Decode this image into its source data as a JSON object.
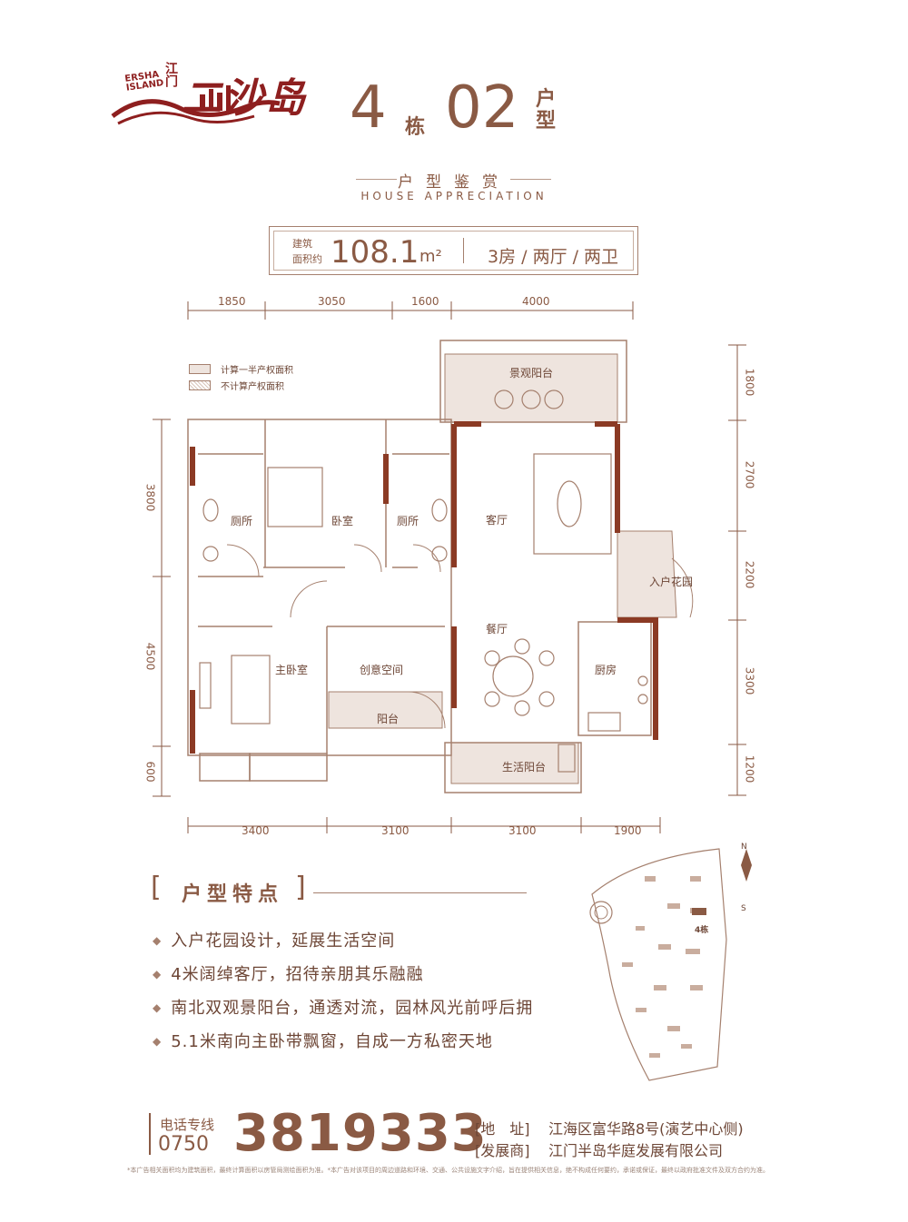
{
  "logo": {
    "cn": "二沙岛",
    "jm": "江门",
    "en": "ERSHA ISLAND"
  },
  "title": {
    "building_num": "4",
    "building_unit": "栋",
    "unit_num": "02",
    "unit_label": "户型"
  },
  "subtitle": {
    "cn": "户型鉴赏",
    "en": "HOUSE APPRECIATION"
  },
  "area": {
    "label_line1": "建筑",
    "label_line2": "面积约",
    "value": "108.1",
    "unit": "m²",
    "rooms": "3房 / 两厅 / 两卫"
  },
  "legend": [
    "计算一半产权面积",
    "不计算产权面积"
  ],
  "dimensions": {
    "top": [
      "1850",
      "3050",
      "1600",
      "4000"
    ],
    "bottom": [
      "3400",
      "3100",
      "3100",
      "1900"
    ],
    "left": [
      "3800",
      "4500",
      "600"
    ],
    "right": [
      "1800",
      "2700",
      "2200",
      "3300",
      "1200"
    ]
  },
  "rooms": {
    "view_balcony": "景观阳台",
    "bathroom1": "厕所",
    "bedroom": "卧室",
    "bathroom2": "厕所",
    "living_room": "客厅",
    "entry_garden": "入户花园",
    "master_bedroom": "主卧室",
    "creative_space": "创意空间",
    "dining_room": "餐厅",
    "kitchen": "厨房",
    "balcony": "阳台",
    "utility_balcony": "生活阳台"
  },
  "map": {
    "north": "N",
    "south": "S",
    "building": "4栋"
  },
  "features": {
    "title": "户型特点",
    "items": [
      "入户花园设计，延展生活空间",
      "4米阔绰客厅，招待亲朋其乐融融",
      "南北双观景阳台，通透对流，园林风光前呼后拥",
      "5.1米南向主卧带飘窗，自成一方私密天地"
    ]
  },
  "contact": {
    "tel_label": "电话专线",
    "area_code": "0750",
    "phone": "3819333",
    "address_label": "[地　址]",
    "address": "江海区富华路8号(演艺中心侧)",
    "developer_label": "[发展商]",
    "developer": "江门半岛华庭发展有限公司"
  },
  "disclaimer": "*本广告相关面积均为建筑面积，最终计算面积以房管局测绘面积为准。*本广告对该项目的周边道路和环境、交通、公共设施文字介绍，旨在提供相关信息，绝不构成任何要约，承诺或保证，最终以政府批准文件及双方合约为准。",
  "colors": {
    "brand": "#8a5a44",
    "wall": "#8b3a24",
    "logo": "#8e1f1f",
    "shade": "#eee4de"
  }
}
